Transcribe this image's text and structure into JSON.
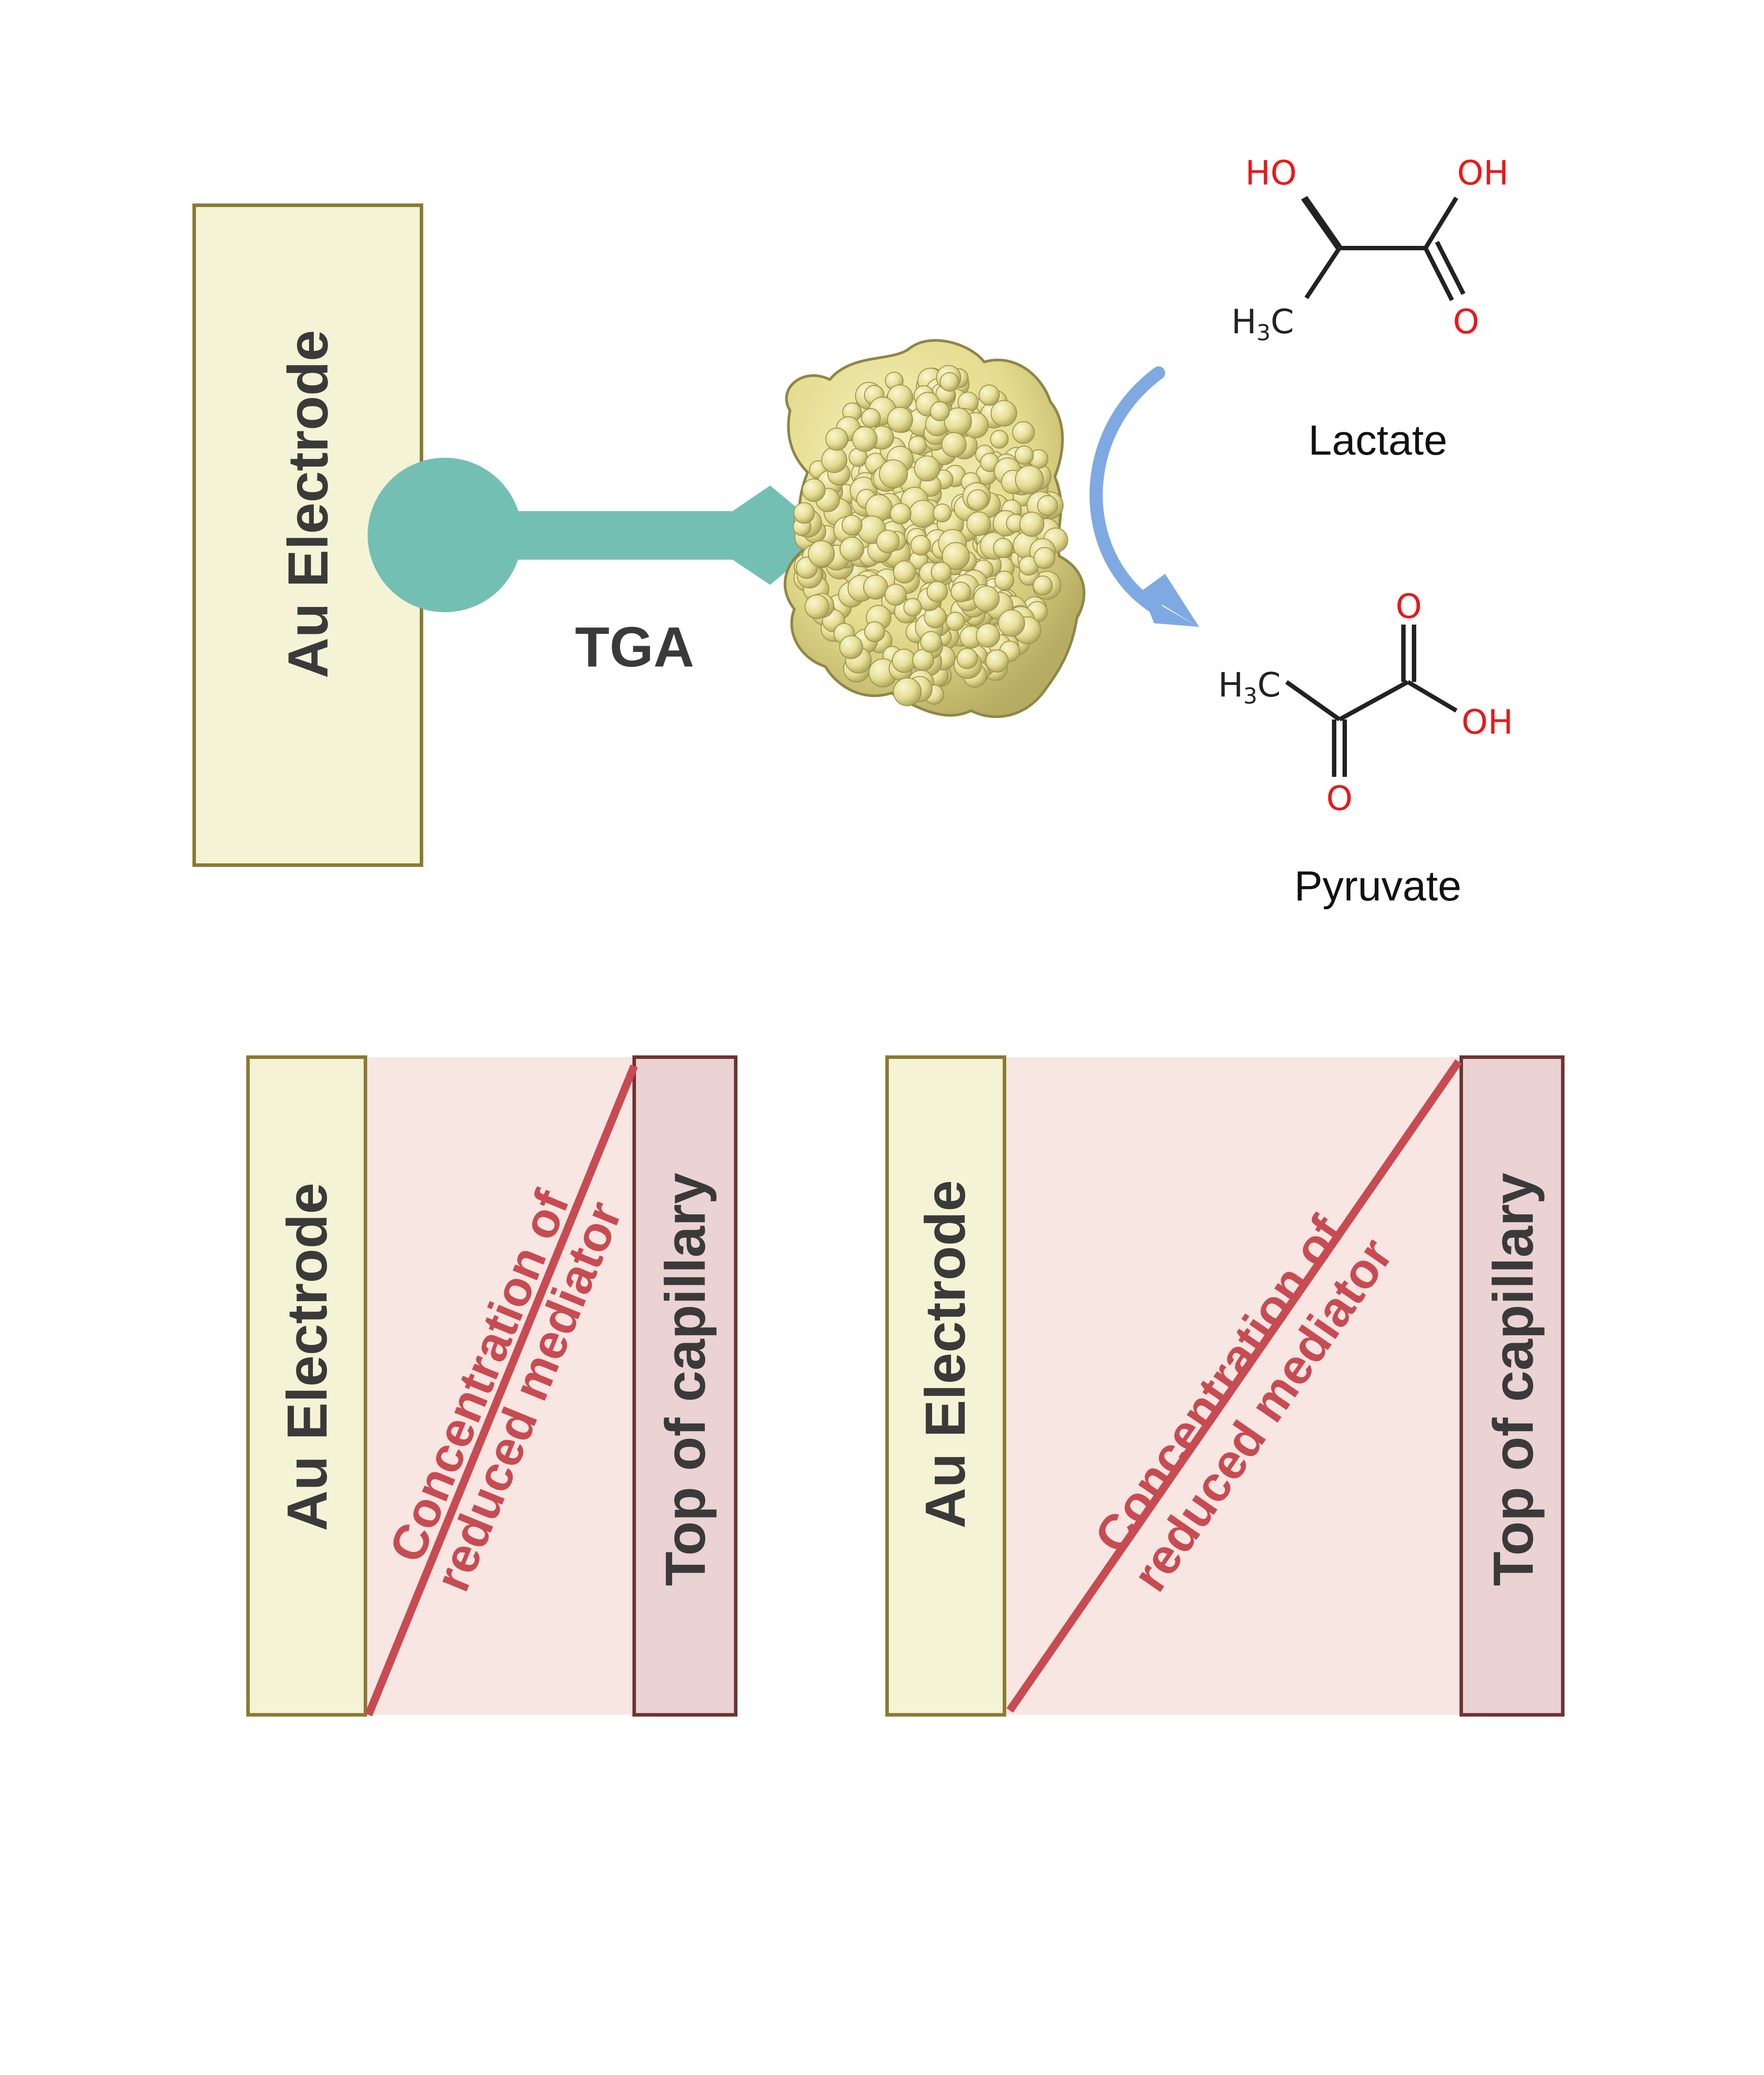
{
  "top": {
    "electrode_label": "Au Electrode",
    "linker_label": "TGA",
    "lactate_name": "Lactate",
    "pyruvate_name": "Pyruvate",
    "lactate_atoms": {
      "ho": "HO",
      "oh": "OH",
      "h3c": "H",
      "h3c_sub": "3",
      "h3c_c": "C",
      "o": "O"
    },
    "pyruvate_atoms": {
      "h3c": "H",
      "h3c_sub": "3",
      "h3c_c": "C",
      "o_top": "O",
      "oh": "OH",
      "o_bottom": "O"
    }
  },
  "panels": [
    {
      "electrode_label": "Au Electrode",
      "gradient_label_line1": "Concentration of",
      "gradient_label_line2": "reduced mediator",
      "capillary_label": "Top of capillary"
    },
    {
      "electrode_label": "Au Electrode",
      "gradient_label_line1": "Concentration of",
      "gradient_label_line2": "reduced mediator",
      "capillary_label": "Top of capillary"
    }
  ],
  "colors": {
    "electrode_fill": "#f5f3d5",
    "electrode_stroke": "#8a7a32",
    "linker": "#74bfb3",
    "protein": "#e4dc8e",
    "protein_shadow": "#b7ad62",
    "arrow": "#7fa9e2",
    "chem_red": "#e8191c",
    "chem_black": "#222222",
    "region_fill": "#f8e6e3",
    "capillary_fill": "#ebd2d3",
    "capillary_stroke": "#6f3333",
    "gradient_line": "#c84b52",
    "label_dark": "#3a3a3a"
  }
}
